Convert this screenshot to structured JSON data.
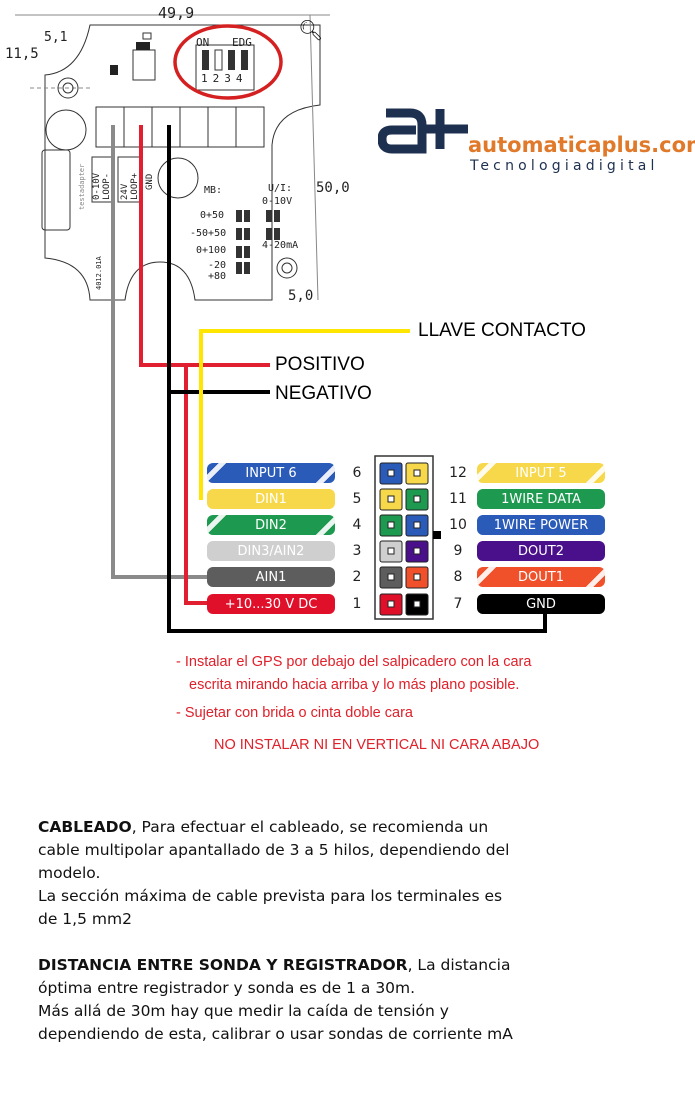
{
  "pcb": {
    "dim_width": "49,9",
    "dim_left": "5,1",
    "dim_top": "11,5",
    "dim_height": "50,0",
    "dim_bottom": "5,0",
    "dip_on": "ON",
    "dip_edg": "EDG",
    "dip_numbers": [
      "1",
      "2",
      "3",
      "4"
    ],
    "term_labels": [
      "0-10V LOOP-",
      "24V LOOP+",
      "GND"
    ],
    "mb_label": "MB:",
    "ui_label": "U/I:",
    "ranges": [
      "0+50",
      "-50+50",
      "0+100",
      "-20 +80"
    ],
    "ui_ranges": [
      "0-10V",
      "4-20mA"
    ],
    "testadapter": "testadapter",
    "board_code": "4012.01A"
  },
  "logo": {
    "site": "automaticaplus.com",
    "tagline": "Tecnologiadigital",
    "brand_color": "#1e3050",
    "accent": "#e07a2a"
  },
  "wires": {
    "ignition": "LLAVE CONTACTO",
    "positive": "POSITIVO",
    "negative": "NEGATIVO"
  },
  "connector": {
    "left": [
      {
        "num": "6",
        "label": "INPUT 6",
        "color": "#2a5bb8",
        "striped": true
      },
      {
        "num": "5",
        "label": "DIN1",
        "color": "#f7d84a",
        "striped": false
      },
      {
        "num": "4",
        "label": "DIN2",
        "color": "#1e9a50",
        "striped": true
      },
      {
        "num": "3",
        "label": "DIN3/AIN2",
        "color": "#cfcfcf",
        "striped": false
      },
      {
        "num": "2",
        "label": "AIN1",
        "color": "#5d5d5d",
        "striped": false
      },
      {
        "num": "1",
        "label": "+10...30 V DC",
        "color": "#e0102a",
        "striped": false
      }
    ],
    "right": [
      {
        "num": "12",
        "label": "INPUT 5",
        "color": "#f7d84a",
        "striped": true
      },
      {
        "num": "11",
        "label": "1WIRE DATA",
        "color": "#1e9a50",
        "striped": false
      },
      {
        "num": "10",
        "label": "1WIRE POWER",
        "color": "#2a5bb8",
        "striped": false
      },
      {
        "num": "9",
        "label": "DOUT2",
        "color": "#4a0f8a",
        "striped": false
      },
      {
        "num": "8",
        "label": "DOUT1",
        "color": "#f0502a",
        "striped": true
      },
      {
        "num": "7",
        "label": "GND",
        "color": "#000000",
        "striped": false
      }
    ]
  },
  "notes": {
    "n1a": "- Instalar el GPS por debajo del salpicadero con la cara",
    "n1b": "escrita mirando hacia arriba y lo más plano posible.",
    "n2": "- Sujetar con brida o cinta doble cara",
    "warning": "NO INSTALAR NI EN VERTICAL NI CARA ABAJO"
  },
  "cableado": {
    "title": "CABLEADO",
    "text": ", Para efectuar el cableado, se recomienda un cable multipolar apantallado de 3 a 5 hilos, dependiendo del modelo.",
    "text2": "La sección máxima de cable prevista para los terminales es de 1,5 mm2"
  },
  "distancia": {
    "title": "DISTANCIA ENTRE SONDA Y REGISTRADOR",
    "text": ", La distancia óptima entre registrador y sonda es de 1 a 30m.",
    "text2": "Más allá de 30m hay que medir la caída de tensión y dependiendo de esta, calibrar o usar sondas de corriente mA"
  }
}
